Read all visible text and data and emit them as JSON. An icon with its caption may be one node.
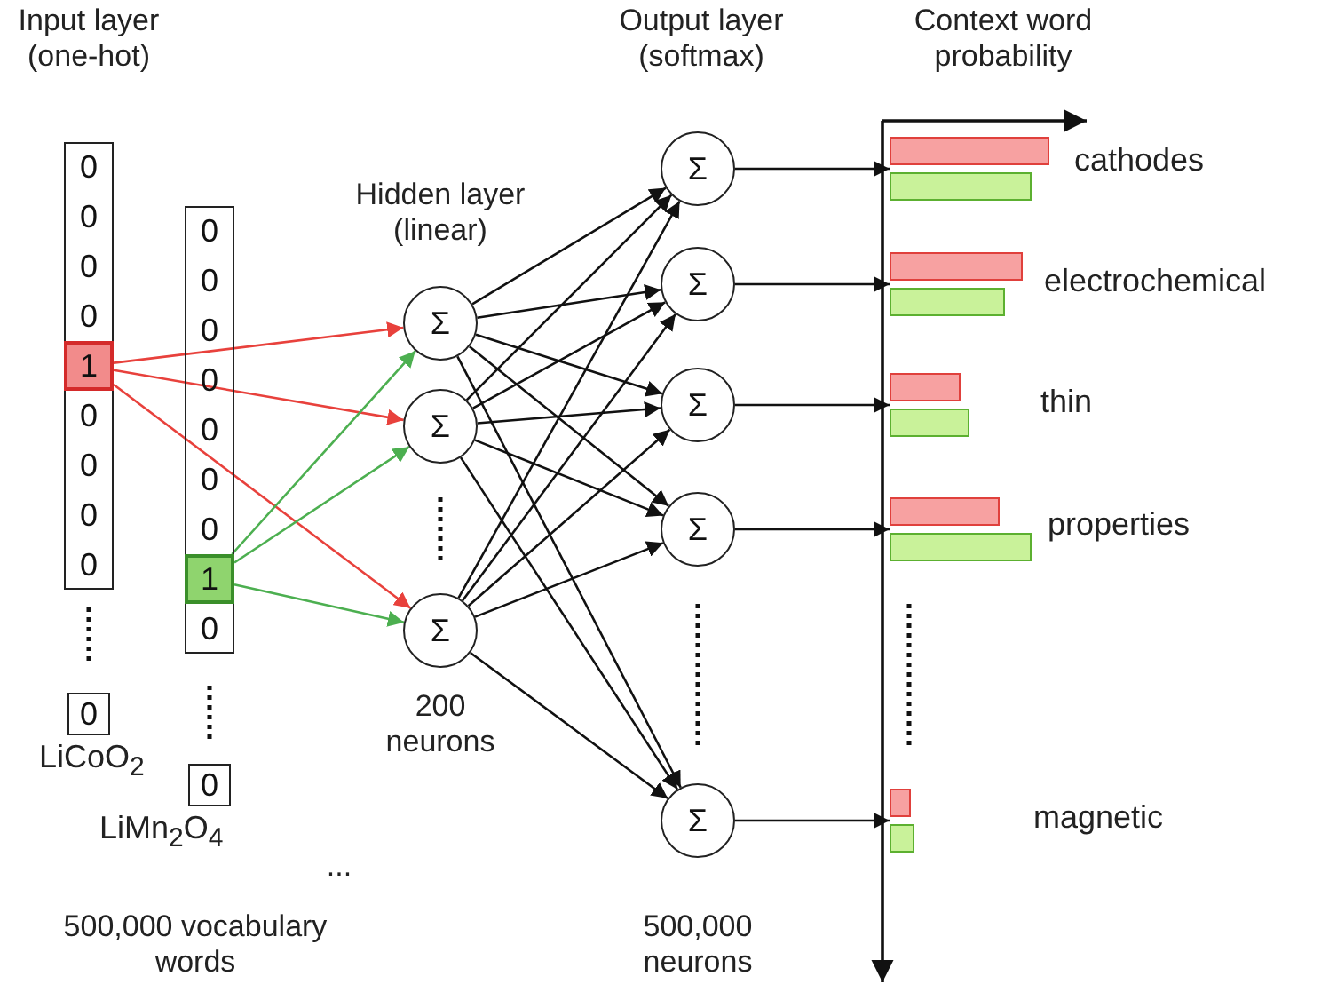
{
  "diagram": {
    "nodes": [
      {
        "text": [],
        "shape": "box"
      },
      {
        "text": [
          "0"
        ],
        "in": 0
      },
      {
        "text": [
          "0"
        ],
        "in": 0
      },
      {
        "text": [
          "0"
        ],
        "in": 0
      },
      {
        "text": [
          "0"
        ],
        "in": 0
      },
      {
        "text": [
          "1"
        ],
        "in": 0
      },
      {
        "text": [
          "0"
        ],
        "in": 0
      },
      {
        "text": [
          "0"
        ],
        "in": 0
      },
      {
        "text": [
          "0"
        ],
        "in": 0
      },
      {
        "text": [
          "0"
        ],
        "in": 0
      },
      {
        "text": [
          "0"
        ],
        "beside": [
          "LiCoO$_{2}$"
        ]
      },
      {
        "text": [],
        "shape": "box"
      },
      {
        "text": [
          "0"
        ],
        "in": 11
      },
      {
        "text": [
          "0"
        ],
        "in": 11
      },
      {
        "text": [
          "0"
        ],
        "in": 11
      },
      {
        "text": [
          "0"
        ],
        "in": 11
      },
      {
        "text": [
          "0"
        ],
        "in": 11
      },
      {
        "text": [
          "0"
        ],
        "in": 11
      },
      {
        "text": [
          "0"
        ],
        "in": 11
      },
      {
        "text": [
          "1"
        ],
        "in": 11
      },
      {
        "text": [
          "0"
        ],
        "in": 11
      },
      {
        "text": [
          "0"
        ],
        "beside": [
          "LiMn$_{2}$O$_{4}$"
        ]
      },
      {
        "text": [
          "Σ"
        ]
      },
      {
        "text": [
          "Σ"
        ]
      },
      {
        "text": [
          "Σ"
        ]
      },
      {
        "text": [
          "Σ"
        ]
      },
      {
        "text": [
          "Σ"
        ]
      },
      {
        "text": [
          "Σ"
        ]
      },
      {
        "text": [
          "Σ"
        ]
      },
      {
        "text": [
          "Σ"
        ]
      },
      {
        "text": [],
        "shape": "bar",
        "beside": [
          "cathodes"
        ]
      },
      {
        "text": [],
        "shape": "bar",
        "beside": [
          "electrochemical"
        ]
      },
      {
        "text": [],
        "shape": "bar",
        "beside": [
          "thin"
        ]
      },
      {
        "text": [],
        "shape": "bar",
        "beside": [
          "properties"
        ]
      },
      {
        "text": [],
        "shape": "bar",
        "beside": [
          "magnetic"
        ]
      }
    ],
    "edges": [
      {
        "from": 5,
        "to": 22,
        "arrow": "to",
        "color": "#e8413c"
      },
      {
        "from": 5,
        "to": 23,
        "arrow": "to",
        "color": "#e8413c"
      },
      {
        "from": 5,
        "to": 24,
        "arrow": "to",
        "color": "#e8413c"
      },
      {
        "from": 19,
        "to": 22,
        "arrow": "to",
        "color": "#4caf50"
      },
      {
        "from": 19,
        "to": 23,
        "arrow": "to",
        "color": "#4caf50"
      },
      {
        "from": 19,
        "to": 24,
        "arrow": "to",
        "color": "#4caf50"
      },
      {
        "from": 22,
        "to": 25,
        "arrow": "to"
      },
      {
        "from": 22,
        "to": 26,
        "arrow": "to"
      },
      {
        "from": 22,
        "to": 27,
        "arrow": "to"
      },
      {
        "from": 22,
        "to": 28,
        "arrow": "to"
      },
      {
        "from": 22,
        "to": 29,
        "arrow": "to"
      },
      {
        "from": 23,
        "to": 25,
        "arrow": "to"
      },
      {
        "from": 23,
        "to": 26,
        "arrow": "to"
      },
      {
        "from": 23,
        "to": 27,
        "arrow": "to"
      },
      {
        "from": 23,
        "to": 28,
        "arrow": "to"
      },
      {
        "from": 23,
        "to": 29,
        "arrow": "to"
      },
      {
        "from": 24,
        "to": 25,
        "arrow": "to"
      },
      {
        "from": 24,
        "to": 26,
        "arrow": "to"
      },
      {
        "from": 24,
        "to": 27,
        "arrow": "to"
      },
      {
        "from": 24,
        "to": 28,
        "arrow": "to"
      },
      {
        "from": 24,
        "to": 29,
        "arrow": "to"
      },
      {
        "from": 25,
        "to": 30,
        "arrow": "to"
      },
      {
        "from": 26,
        "to": 31,
        "arrow": "to"
      },
      {
        "from": 27,
        "to": 32,
        "arrow": "to"
      },
      {
        "from": 28,
        "to": 33,
        "arrow": "to"
      },
      {
        "from": 29,
        "to": 34,
        "arrow": "to"
      }
    ],
    "labels": [
      "Input layer (one-hot)",
      "Output layer (softmax)",
      "Context word probability",
      "Hidden layer (linear)",
      "200 neurons",
      "...",
      "500,000 vocabulary words",
      "500,000 neurons"
    ]
  }
}
